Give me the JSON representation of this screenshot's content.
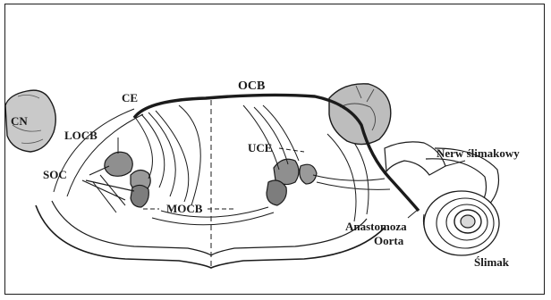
{
  "labels": {
    "cn": "CN",
    "locb": "LOCB",
    "soc": "SOC",
    "ce": "CE",
    "ocb": "OCB",
    "uce": "UCE",
    "mocb": "MOCB",
    "cochlear_nerve": "Nerw ślimakowy",
    "anastomosis": "Anastomoza",
    "oort": "Oorta",
    "cochlea": "Ślimak"
  },
  "colors": {
    "ink": "#1b1b1b",
    "gray_fill": "#8f8f8f",
    "light_fill": "#d9d9d9",
    "background": "#ffffff"
  }
}
